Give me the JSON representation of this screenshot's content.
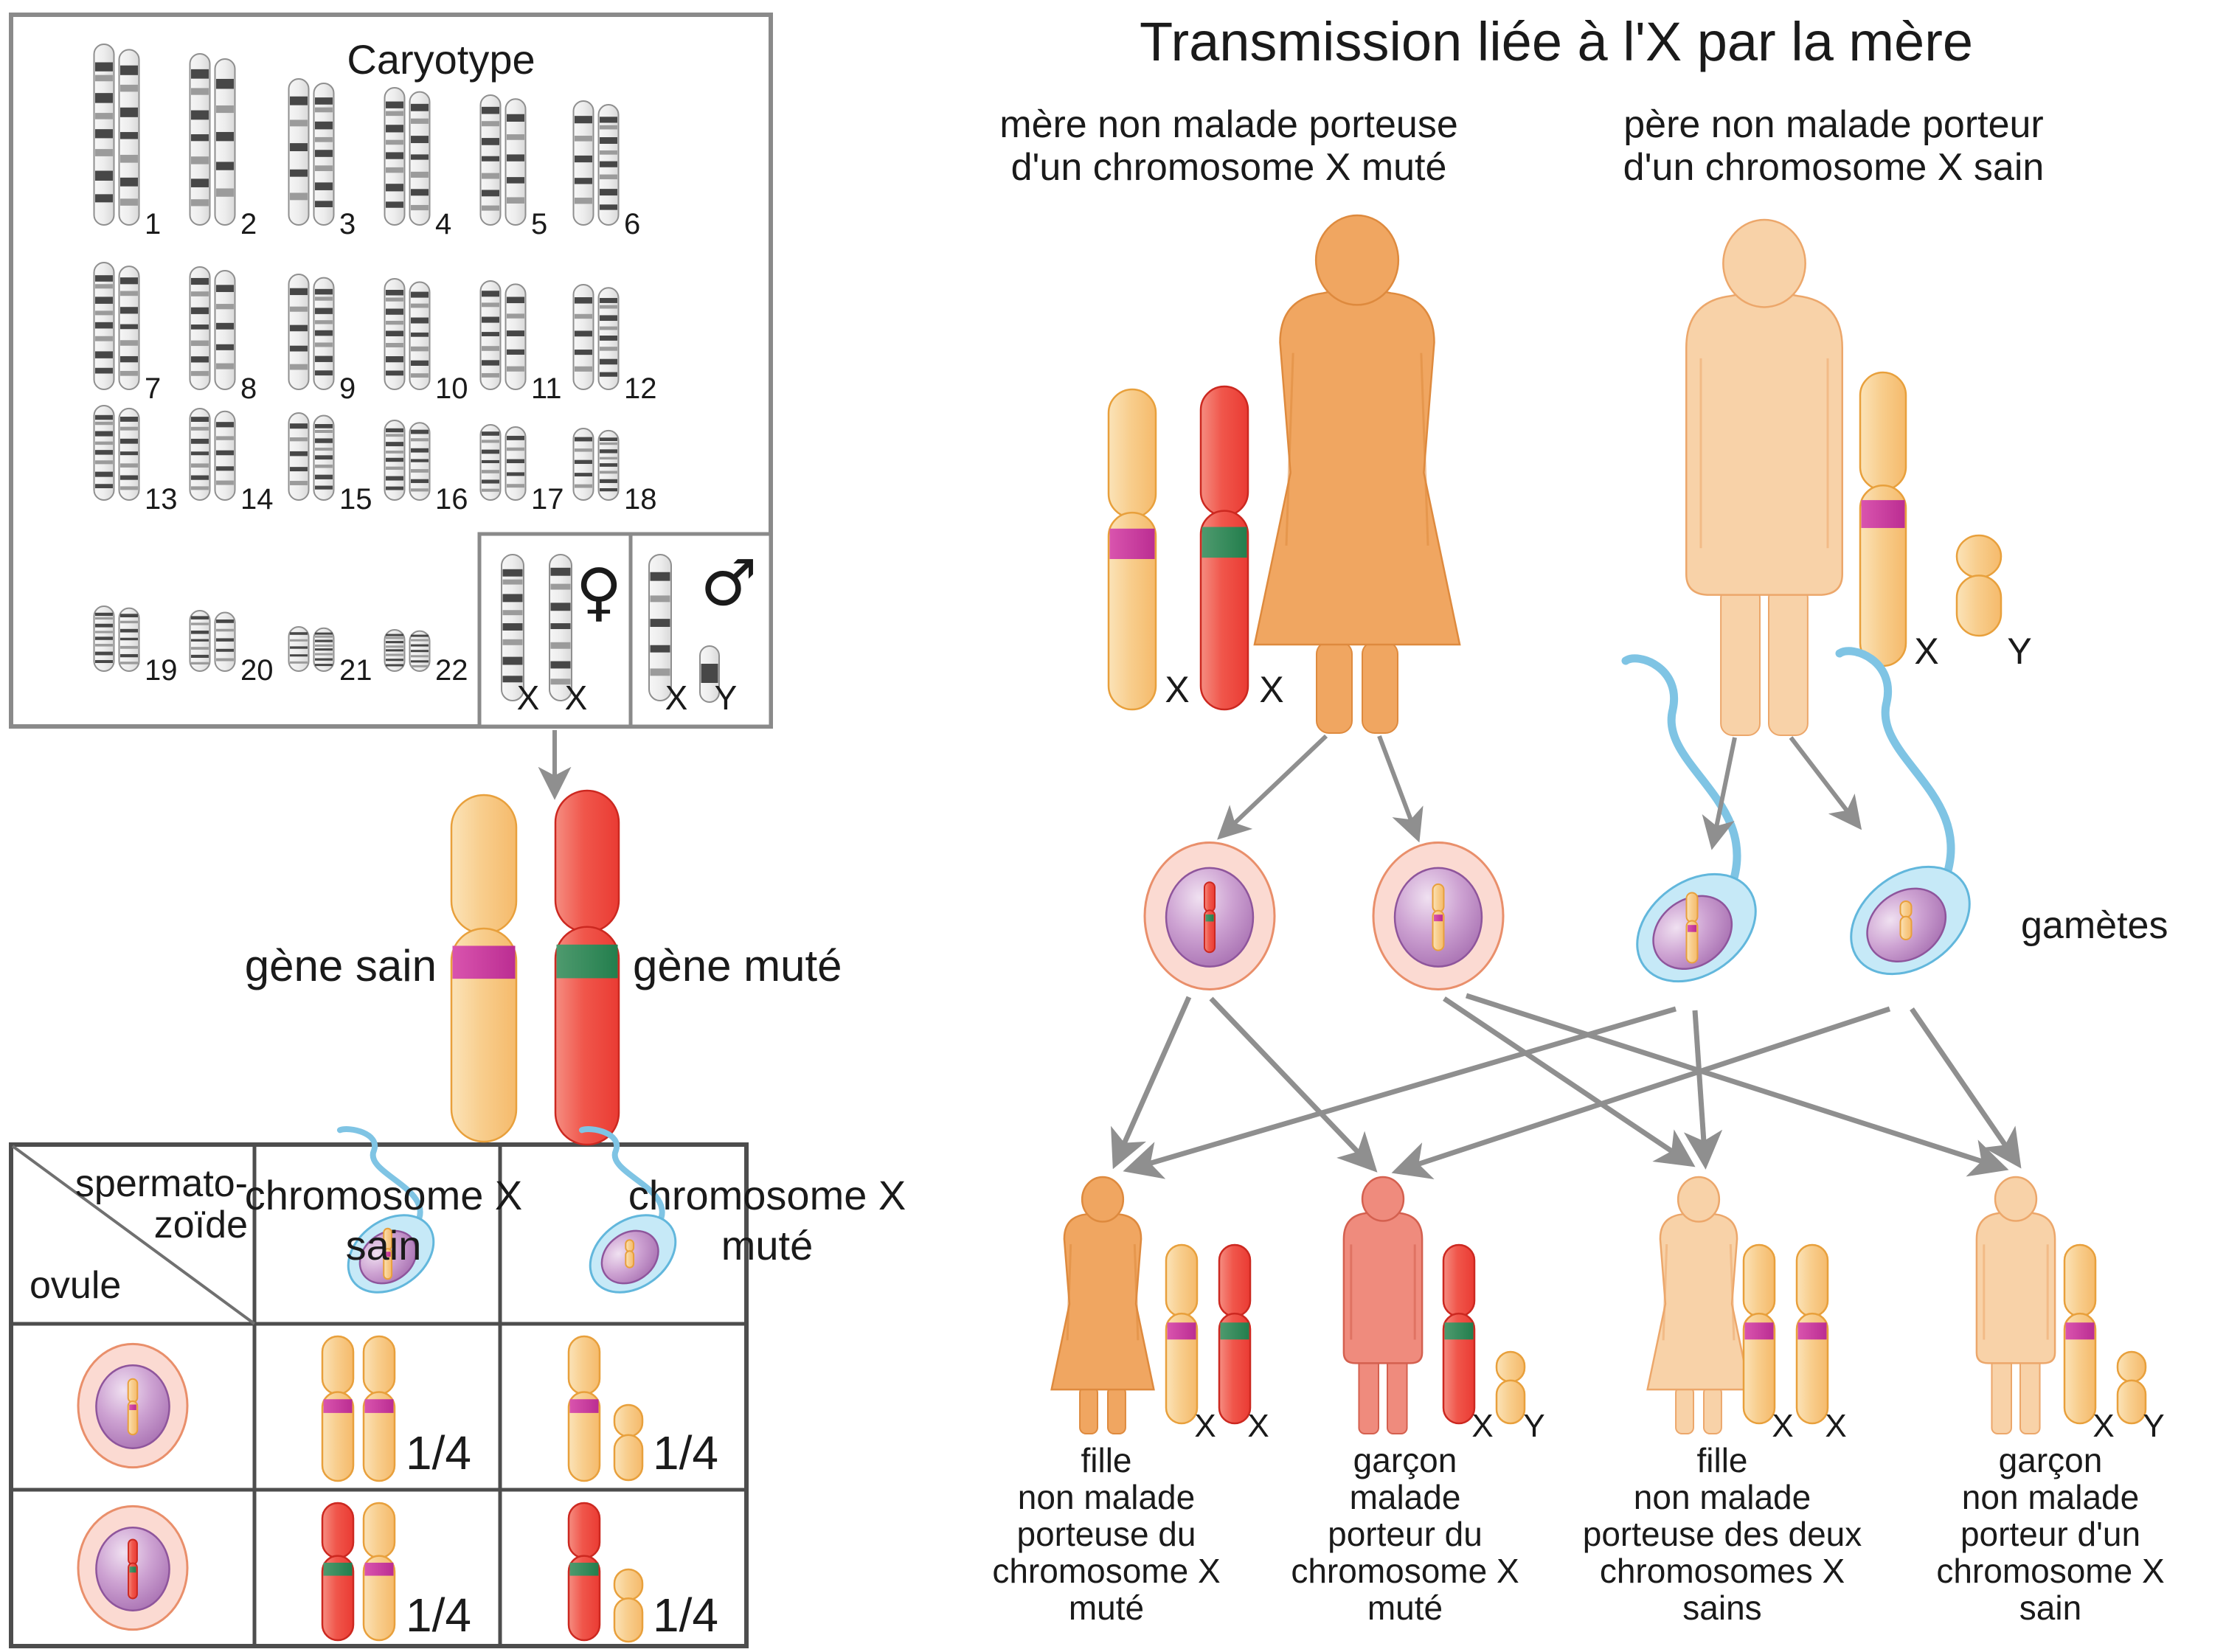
{
  "title": "Transmission liée à l'X par la mère",
  "karyotype": {
    "title": "Caryotype",
    "pair_numbers": [
      "1",
      "2",
      "3",
      "4",
      "5",
      "6",
      "7",
      "8",
      "9",
      "10",
      "11",
      "12",
      "13",
      "14",
      "15",
      "16",
      "17",
      "18",
      "19",
      "20",
      "21",
      "22"
    ],
    "female_symbol": "♀",
    "male_symbol": "♂",
    "female_pair_labels": [
      "X",
      "X"
    ],
    "male_pair_labels": [
      "X",
      "Y"
    ]
  },
  "chromosome_detail": {
    "gene_sain": "gène sain",
    "gene_mute": "gène muté",
    "label_sain_line1": "chromosome X",
    "label_sain_line2": "sain",
    "label_mute_line1": "chromosome X",
    "label_mute_line2": "muté"
  },
  "punnett": {
    "header_sperm_line1": "spermato-",
    "header_sperm_line2": "zoïde",
    "header_egg": "ovule",
    "cells": [
      {
        "name": "fille X sain / X sain",
        "fraction": "1/4"
      },
      {
        "name": "garçon X sain / Y",
        "fraction": "1/4"
      },
      {
        "name": "fille X muté / X sain",
        "fraction": "1/4"
      },
      {
        "name": "garçon X muté / Y",
        "fraction": "1/4"
      }
    ]
  },
  "parents": {
    "mother": {
      "label_line1": "mère non malade porteuse",
      "label_line2": "d'un chromosome X muté",
      "chromosome_labels": [
        "X",
        "X"
      ]
    },
    "father": {
      "label_line1": "père non malade porteur",
      "label_line2": "d'un chromosome X sain",
      "chromosome_labels": [
        "X",
        "Y"
      ]
    }
  },
  "gametes_label": "gamètes",
  "children": [
    {
      "caption_lines": [
        "fille",
        "non malade",
        "porteuse du",
        "chromosome X",
        "muté"
      ],
      "chromosome_labels": [
        "X",
        "X"
      ]
    },
    {
      "caption_lines": [
        "garçon",
        "malade",
        "porteur du",
        "chromosome X",
        "muté"
      ],
      "chromosome_labels": [
        "X",
        "Y"
      ]
    },
    {
      "caption_lines": [
        "fille",
        "non malade",
        "porteuse des deux",
        "chromosomes X",
        "sains"
      ],
      "chromosome_labels": [
        "X",
        "X"
      ]
    },
    {
      "caption_lines": [
        "garçon",
        "non malade",
        "porteur d'un",
        "chromosome X",
        "sain"
      ],
      "chromosome_labels": [
        "X",
        "Y"
      ]
    }
  ],
  "colors": {
    "figure_orange": "#F0A661",
    "figure_orange_stroke": "#DE8A3E",
    "figure_light": "#F8D2A8",
    "figure_light_stroke": "#ECA76B",
    "figure_affected": "#EF8B7D",
    "figure_affected_stroke": "#D4604F",
    "chrom_tan": "#F5BA6B",
    "chrom_tan_light": "#FBE3B8",
    "chrom_tan_stroke": "#E8A03C",
    "chrom_red": "#EA3B33",
    "chrom_red_light": "#F58D81",
    "chrom_red_stroke": "#CC2820",
    "band_magenta": "#BB2D92",
    "band_green": "#237E4D",
    "gene_sain_text": "#C33F9E",
    "gene_mute_text": "#0C7A44",
    "egg_fill": "#FBDAD2",
    "egg_stroke": "#E98F6B",
    "nucleus_light": "#F0E1F1",
    "nucleus_dark": "#A066AB",
    "nucleus_stroke": "#8E559C",
    "sperm_fill": "#C6E9F7",
    "sperm_stroke": "#62B7DC",
    "sperm_tail": "#7FC4E4",
    "rod_gray_fill": "#EDEDED",
    "rod_gray_stroke": "#8F8F8F",
    "band_dark": "#474747",
    "band_mid": "#9B9B9B",
    "arrow": "#8F8F8F",
    "frame_gray": "#8A8A8A",
    "table_border": "#4D4D4D",
    "text": "#1A1A1A"
  }
}
